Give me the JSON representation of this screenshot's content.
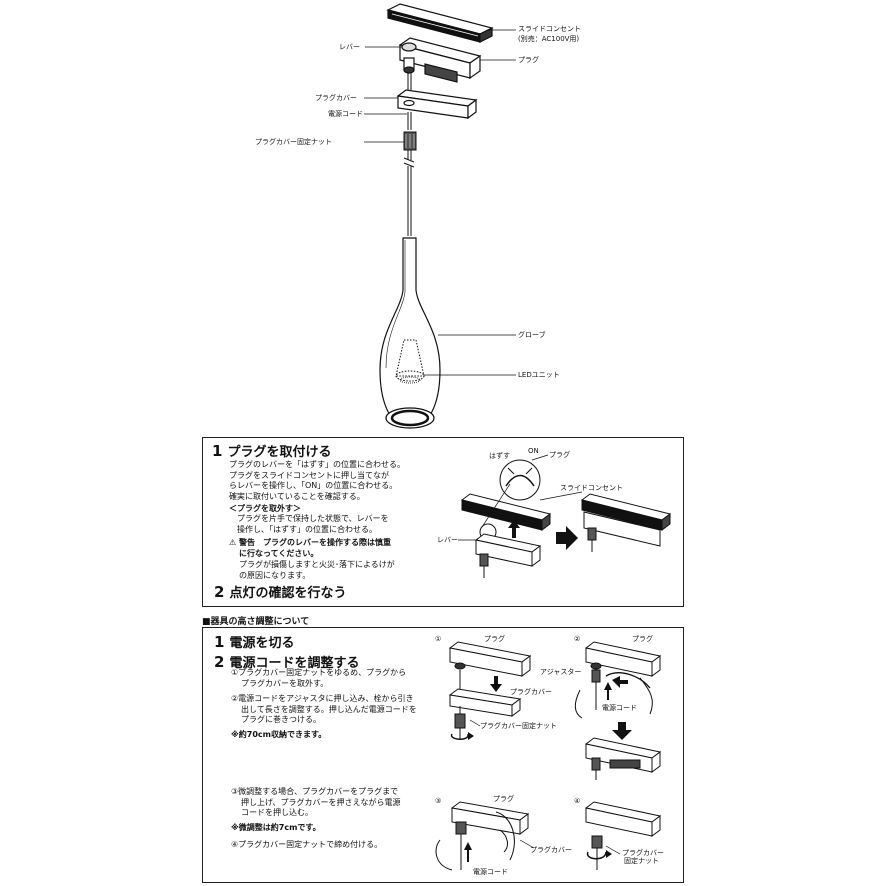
{
  "diagram_labels": {
    "slide_outlet": "スライドコンセント",
    "slide_outlet_note": "(別売：AC100V用)",
    "lever": "レバー",
    "plug": "プラグ",
    "plug_cover": "プラグカバー",
    "power_cord": "電源コード",
    "plug_cover_nut": "プラグカバー固定ナット",
    "globe": "グローブ",
    "led_unit": "LEDユニット"
  },
  "section1": {
    "step1_num": "1",
    "step1_title": "プラグを取付ける",
    "step1_lines": [
      "プラグのレバーを「はずす」の位置に合わせる。",
      "プラグをスライドコンセントに押し当てなが",
      "らレバーを操作し、「ON」の位置に合わせる。",
      "確実に取付いていることを確認する。"
    ],
    "remove_title": "＜プラグを取外す＞",
    "remove_lines": [
      "プラグを片手で保持した状態で、レバーを",
      "操作し、「はずす」の位置に合わせる。"
    ],
    "warning_lines": [
      "⚠ 警告　プラグのレバーを操作する際は慎重",
      "に行なってください。"
    ],
    "warning_detail": [
      "プラグが損傷しますと火災･落下によるけが",
      "の原因になります。"
    ],
    "step2_num": "2",
    "step2_title": "点灯の確認を行なう",
    "fig_labels": {
      "hazusu": "はずす",
      "on": "ON",
      "plug": "プラグ",
      "slide_outlet": "スライドコンセント",
      "lever": "レバー"
    }
  },
  "section2_heading": "■器具の高さ調整について",
  "section2": {
    "step1_num": "1",
    "step1_title": "電源を切る",
    "step2_num": "2",
    "step2_title": "電源コードを調整する",
    "item1": [
      "①プラグカバー固定ナットをゆるめ、プラグから",
      "プラグカバーを取外す。"
    ],
    "item2": [
      "②電源コードをアジャスタに押し込み、栓から引き",
      "出して長さを調整する。押し込んだ電源コードを",
      "プラグに巻きつける。"
    ],
    "note1": "※約70cm収納できます。",
    "item3": [
      "③微調整する場合、プラグカバーをプラグまで",
      "押し上げ、プラグカバーを押さえながら電源",
      "コードを押し込む。"
    ],
    "note2": "※微調整は約7cmです。",
    "item4": "④プラグカバー固定ナットで締め付ける。",
    "figs": {
      "n1": "①",
      "n2": "②",
      "n3": "③",
      "n4": "④",
      "plug": "プラグ",
      "plug_cover": "プラグカバー",
      "plug_cover_nut": "プラグカバー固定ナット",
      "adjuster": "アジャスター",
      "power_cord": "電源コード",
      "plug_cover_nut_l1": "プラグカバー",
      "plug_cover_nut_l2": "固定ナット"
    }
  }
}
